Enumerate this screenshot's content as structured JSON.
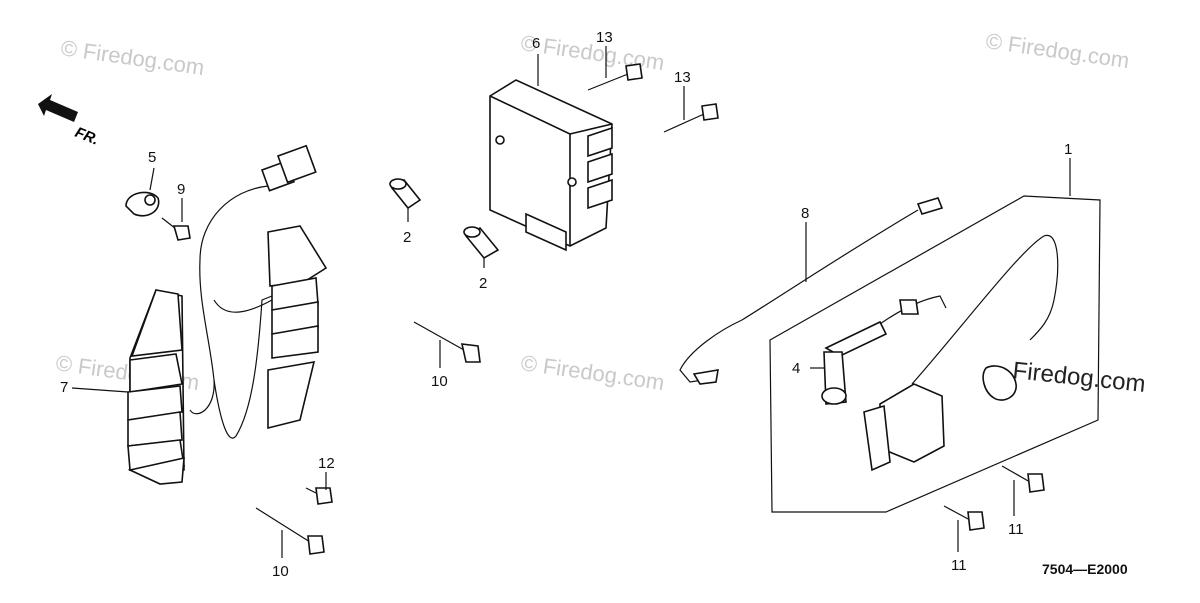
{
  "diagram": {
    "watermark_text": "© Firedog.com",
    "watermark_brand": "Firedog.com",
    "direction_label": "FR.",
    "diagram_code": "7504—E2000",
    "callouts": [
      "1",
      "2",
      "2",
      "4",
      "5",
      "6",
      "7",
      "8",
      "9",
      "10",
      "10",
      "11",
      "11",
      "12",
      "13",
      "13"
    ]
  }
}
